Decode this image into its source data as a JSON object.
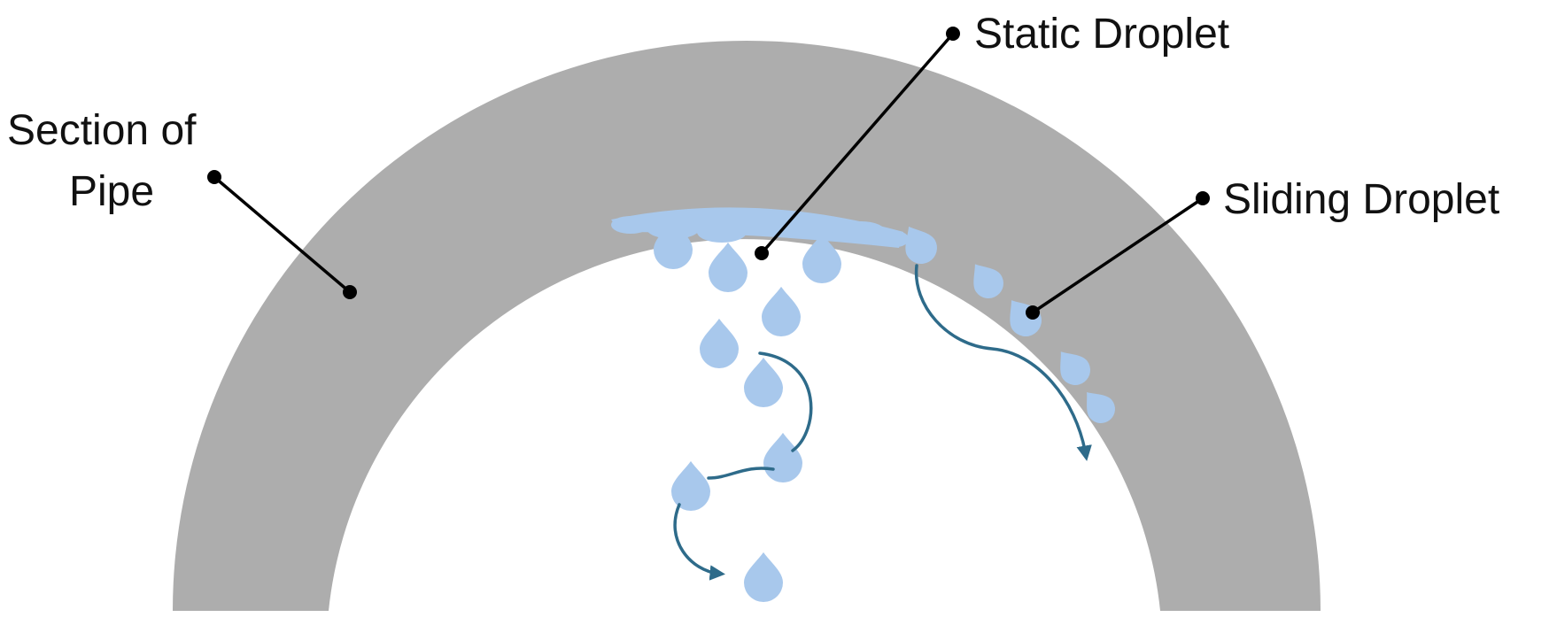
{
  "labels": {
    "section_of_pipe_line1": "Section of",
    "section_of_pipe_line2": "Pipe",
    "static_droplet": "Static Droplet",
    "sliding_droplet": "Sliding Droplet"
  },
  "icons": {
    "droplet": "droplet-icon",
    "arrow": "arrowhead-icon"
  },
  "colors": {
    "pipe": "#adadad",
    "droplet": "#a8c8ec",
    "flow_arrow": "#2e6b8a",
    "leader": "#000000",
    "text": "#111111",
    "background": "#ffffff"
  }
}
